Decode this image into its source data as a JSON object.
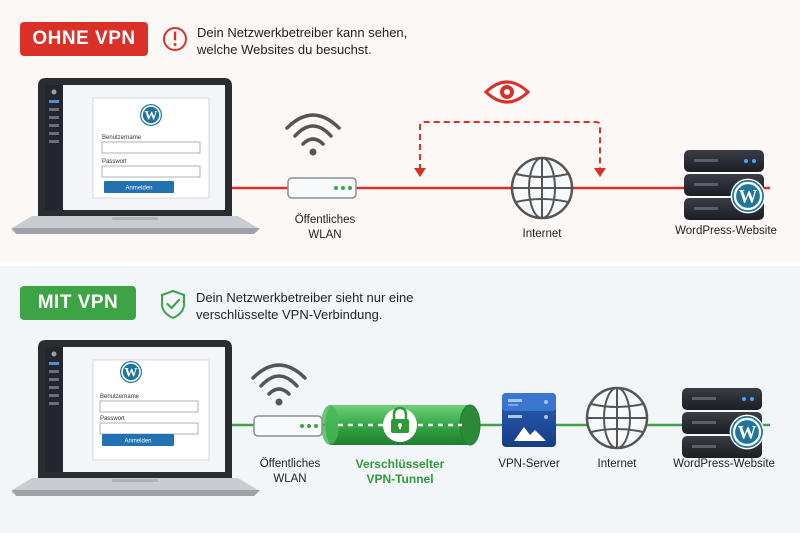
{
  "top_section": {
    "badge": "OHNE VPN",
    "message": "Dein Netzwerkbetreiber kann sehen, welche Websites du besuchst.",
    "laptop": {
      "field_username": "Benutzername",
      "field_password": "Passwort",
      "button": "Anmelden"
    },
    "labels": {
      "wlan": "Öffentliches WLAN",
      "internet": "Internet",
      "website": "WordPress-Website"
    },
    "icons": [
      "alert-circle-icon",
      "eye-icon",
      "wifi-icon",
      "globe-icon",
      "server-icon",
      "wordpress-icon"
    ],
    "line_color": "#d93128"
  },
  "bottom_section": {
    "badge": "MIT VPN",
    "message": "Dein Netzwerkbetreiber sieht nur eine verschlüsselte VPN-Verbindung.",
    "laptop": {
      "field_username": "Benutzername",
      "field_password": "Passwort",
      "button": "Anmelden"
    },
    "labels": {
      "wlan": "Öffentliches WLAN",
      "tunnel": "Verschlüsselter VPN-Tunnel",
      "vpn_server": "VPN-Server",
      "internet": "Internet",
      "website": "WordPress-Website"
    },
    "icons": [
      "shield-check-icon",
      "wifi-icon",
      "lock-icon",
      "vpn-server-icon",
      "globe-icon",
      "server-icon",
      "wordpress-icon"
    ],
    "line_color": "#3da446"
  }
}
